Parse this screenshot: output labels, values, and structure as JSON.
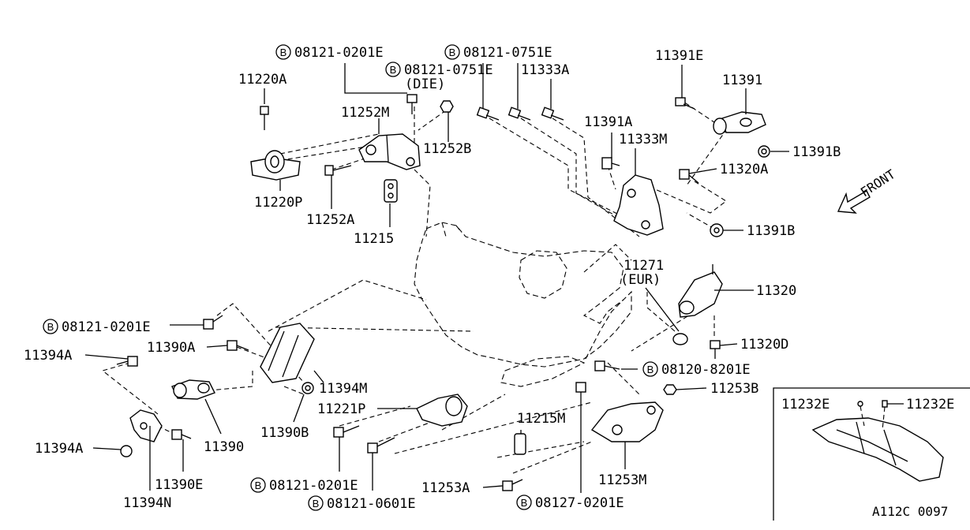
{
  "diagram_id": "A112C 0097",
  "front_label": "FRONT",
  "bolt_marker": "B",
  "labels": {
    "p08121_0201E_top": "08121-0201E",
    "p08121_0751E_a": "08121-0751E",
    "p08121_0751E_b": "08121-0751E",
    "die": "(DIE)",
    "p11220A": "11220A",
    "p11252M": "11252M",
    "p11333A": "11333A",
    "p11391E": "11391E",
    "p11391": "11391",
    "p11252B": "11252B",
    "p11391A": "11391A",
    "p11333M": "11333M",
    "p11391B_a": "11391B",
    "p11320A": "11320A",
    "p11220P": "11220P",
    "p11252A": "11252A",
    "p11215": "11215",
    "p11391B_b": "11391B",
    "p11271": "11271",
    "eur": "(EUR)",
    "p11320": "11320",
    "p08121_0201E_left": "08121-0201E",
    "p11394A_a": "11394A",
    "p11390A": "11390A",
    "p11320D": "11320D",
    "p08120_8201E": "08120-8201E",
    "p11394M": "11394M",
    "p11253B": "11253B",
    "p11221P": "11221P",
    "p11390B": "11390B",
    "p11215M": "11215M",
    "p11390": "11390",
    "p11394A_b": "11394A",
    "p11253M": "11253M",
    "p11390E": "11390E",
    "p08121_0201E_bot": "08121-0201E",
    "p11253A": "11253A",
    "p11394N": "11394N",
    "p08121_0601E": "08121-0601E",
    "p08127_0201E": "08127-0201E",
    "p11232E_a": "11232E",
    "p11232E_b": "11232E"
  }
}
